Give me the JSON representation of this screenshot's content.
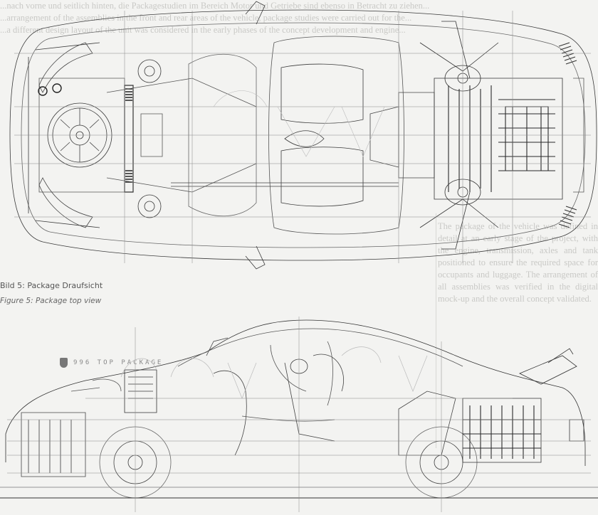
{
  "document": {
    "background_color": "#f3f3f1",
    "line_color": "#3a3a3a",
    "faint_text_color": "#c9c9c6"
  },
  "figures": [
    {
      "id": "figure-5",
      "view": "top",
      "caption_de": "Bild 5: Package Draufsicht",
      "caption_en": "Figure 5: Package top view"
    },
    {
      "id": "side-package",
      "view": "side",
      "logo_text": "996 TOP PACKAGE",
      "logo_icon": "crest-icon"
    }
  ],
  "background_text": {
    "top_lines": [
      "...nach vorne und seitlich hinten, die Packagestudien im Bereich Motor und Getriebe sind ebenso in Betracht zu ziehen...",
      "...arrangement of the assemblies in the front and rear areas of the vehicle, package studies were carried out for the...",
      "...a different design layout of the unit was considered in the early phases of the concept development and engine..."
    ],
    "right_column": "The package of the vehicle was defined in detail at an early stage of the project, with the engine, transmission, axles and tank positioned to ensure the required space for occupants and luggage. The arrangement of all assemblies was verified in the digital mock-up and the overall concept validated."
  }
}
